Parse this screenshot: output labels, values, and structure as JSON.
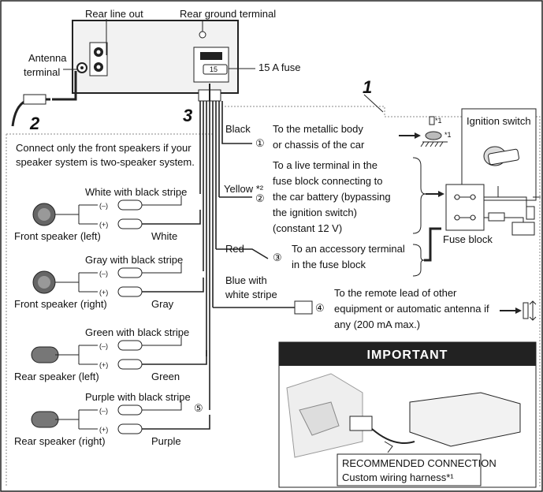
{
  "labels": {
    "rear_line_out": "Rear line out",
    "rear_ground_terminal": "Rear ground terminal",
    "antenna_terminal_1": "Antenna",
    "antenna_terminal_2": "terminal",
    "fuse": "15 A fuse",
    "fuse_value": "15",
    "callout_1": "1",
    "callout_2": "2",
    "callout_3": "3"
  },
  "note": {
    "line1": "Connect only the front speakers if your",
    "line2": "speaker system is two-speaker system."
  },
  "speakers": [
    {
      "stripe": "White with black stripe",
      "color": "White",
      "name": "Front speaker (left)"
    },
    {
      "stripe": "Gray with black stripe",
      "color": "Gray",
      "name": "Front speaker (right)"
    },
    {
      "stripe": "Green with black stripe",
      "color": "Green",
      "name": "Rear speaker (left)"
    },
    {
      "stripe": "Purple with black stripe",
      "color": "Purple",
      "name": "Rear speaker (right)"
    }
  ],
  "polarity": {
    "minus": "(–)",
    "plus": "(+)"
  },
  "speaker_harness_number": "⑤",
  "wires": {
    "black": {
      "label": "Black",
      "number": "①",
      "dest_1": "To the metallic body",
      "dest_2": "or chassis of the car",
      "mark_1": "*1",
      "mark_2": "*1"
    },
    "yellow": {
      "label": "Yellow *²",
      "number": "②",
      "dest_1": "To a live terminal in the",
      "dest_2": "fuse block connecting to",
      "dest_3": "the car battery (bypassing",
      "dest_4": "the ignition switch)",
      "dest_5": "(constant 12 V)"
    },
    "red": {
      "label": "Red",
      "number": "③",
      "dest_1": "To an accessory terminal",
      "dest_2": "in the fuse block"
    },
    "blue": {
      "label_1": "Blue with",
      "label_2": "white stripe",
      "number": "④",
      "dest_1": "To the remote lead of other",
      "dest_2": "equipment or automatic antenna if",
      "dest_3": "any (200 mA max.)"
    }
  },
  "ignition_switch": "Ignition switch",
  "fuse_block": "Fuse block",
  "important": {
    "title": "IMPORTANT",
    "conn_1": "RECOMMENDED CONNECTION",
    "conn_2": "Custom wiring harness*¹"
  }
}
